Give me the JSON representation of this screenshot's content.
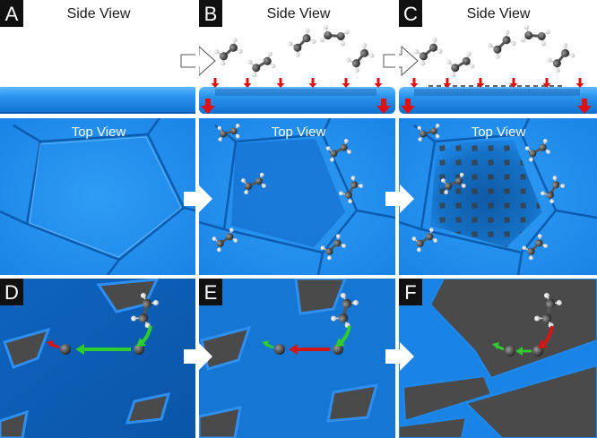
{
  "panels": {
    "A": {
      "label": "A",
      "side_title": "Side View",
      "top_title": "Top View"
    },
    "B": {
      "label": "B",
      "side_title": "Side View",
      "top_title": "Top View"
    },
    "C": {
      "label": "C",
      "side_title": "Side View",
      "top_title": "Top View"
    },
    "D": {
      "label": "D"
    },
    "E": {
      "label": "E"
    },
    "F": {
      "label": "F"
    }
  },
  "colors": {
    "surface_blue": "#1e90ee",
    "deep_blue": "#0a5fb4",
    "graphene_gray": "#4a4a4a",
    "arrow_red": "#e01010",
    "arrow_green": "#2ecc2e",
    "panel_label_bg": "#111111"
  },
  "icons": [
    "molecule-icon",
    "process-arrow-icon",
    "red-arrow-icon",
    "green-arrow-icon"
  ]
}
